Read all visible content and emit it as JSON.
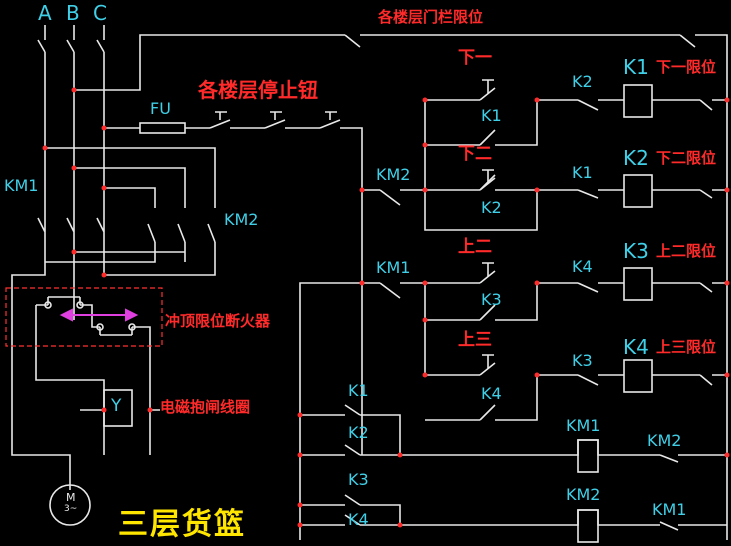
{
  "colors": {
    "wire": "#e8e8e8",
    "label": "#3fd0e8",
    "note": "#ff2a2a",
    "node": "#ff2a2a",
    "title": "#ffe600",
    "arrow": "#e040e0",
    "dash": "#ff3030"
  },
  "phases": [
    "A",
    "B",
    "C"
  ],
  "labels": {
    "gate_limit": "各楼层门栏限位",
    "stop_buttons": "各楼层停止钮",
    "fuse": "FU",
    "km1_main": "KM1",
    "km2_main": "KM2",
    "top_limit": "冲顶限位断火器",
    "brake_coil": "电磁抱闸线圈",
    "brake_symbol": "Y",
    "motor": "M",
    "motor_sub": "3~",
    "title": "三层货篮"
  },
  "buttons": {
    "down1": "下一",
    "down2": "下二",
    "up2": "上二",
    "up3": "上三"
  },
  "relays": [
    {
      "interlock": "K2",
      "coil": "K1",
      "limit": "下一限位",
      "hold": "K1"
    },
    {
      "interlock": "K1",
      "coil": "K2",
      "limit": "下二限位",
      "hold": "K2"
    },
    {
      "interlock": "K4",
      "coil": "K3",
      "limit": "上二限位",
      "hold": "K3"
    },
    {
      "interlock": "K3",
      "coil": "K4",
      "limit": "上三限位",
      "hold": "K4"
    }
  ],
  "branch_contacts": {
    "km2": "KM2",
    "km1": "KM1"
  },
  "lower": {
    "c1": "K1",
    "c2": "K2",
    "c3": "K3",
    "c4": "K4",
    "coil1": "KM1",
    "interlock1": "KM2",
    "coil2": "KM2",
    "interlock2": "KM1"
  }
}
